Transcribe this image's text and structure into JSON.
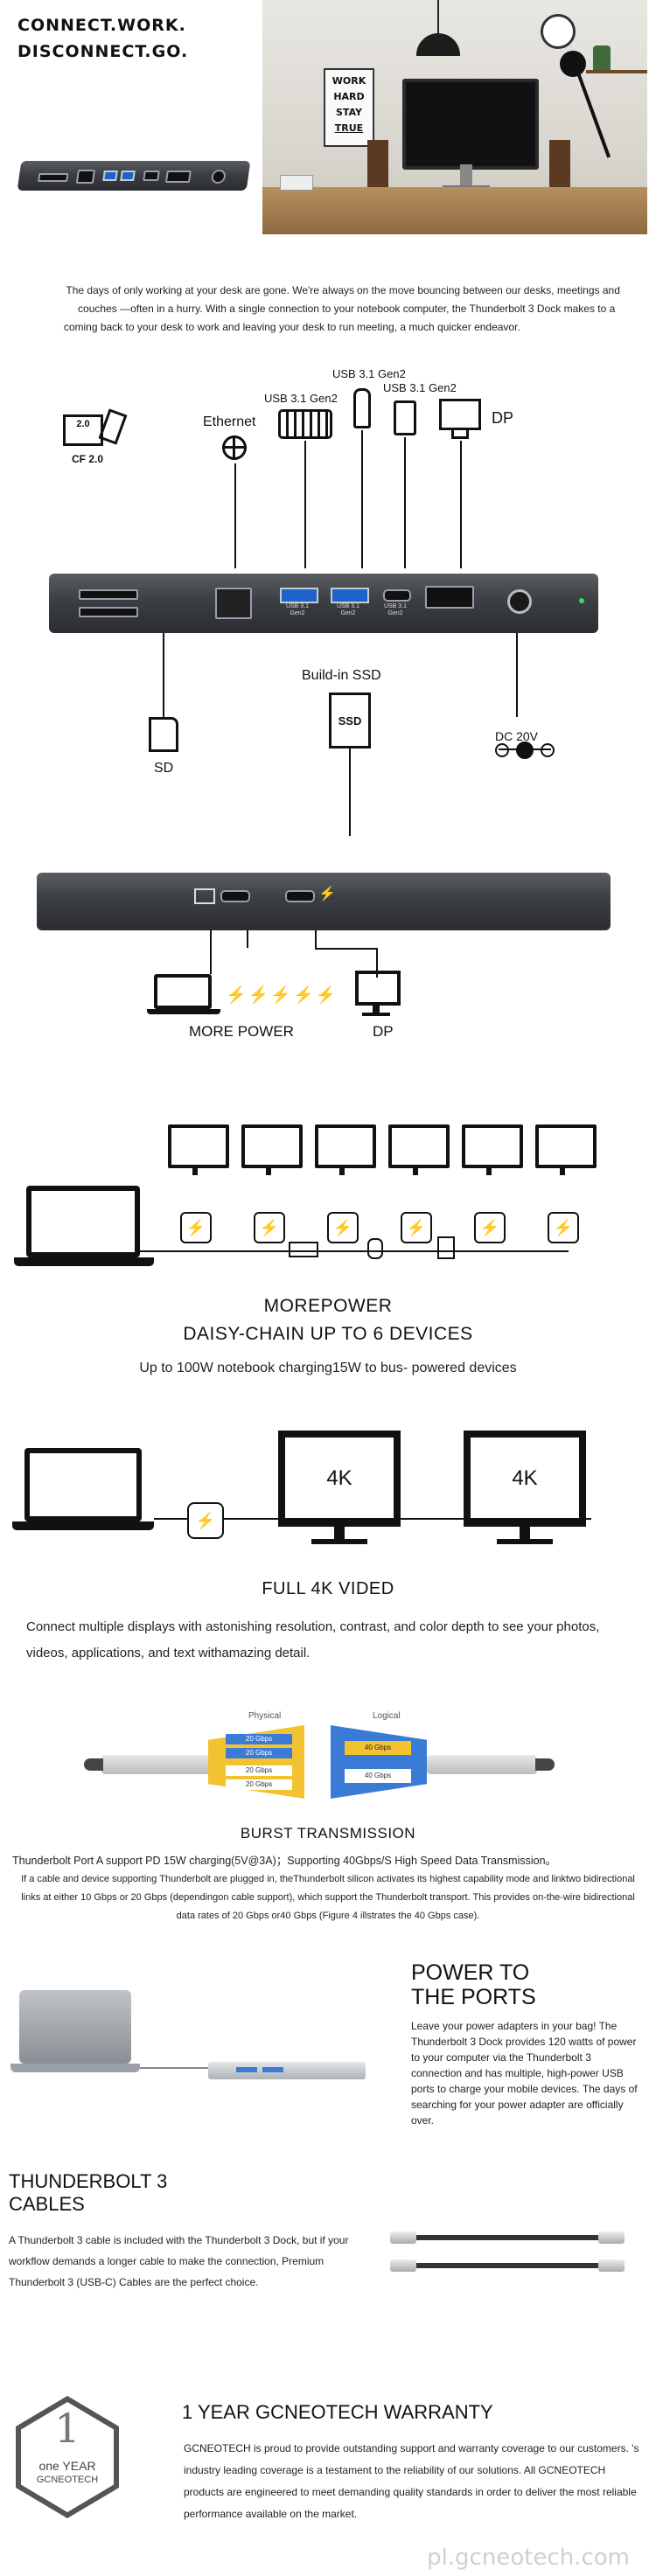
{
  "hero": {
    "title_line1": "CONNECT.WORK.",
    "title_line2": "DISCONNECT.GO.",
    "poster_lines": [
      "WORK",
      "HARD",
      "STAY",
      "TRUE"
    ],
    "intro_left": "The days of only working at your desk are gone. We're always couches —often in a hurry. With a single connection to your coming back to your desk to work and leaving your desk to run",
    "intro_right": "on the move bouncing between our desks, meetings and notebook computer, the Thunderbolt 3 Dock makes to a meeting, a much quicker endeavor."
  },
  "ports_top": {
    "cf": "CF 2.0",
    "cf_card": "2.0",
    "ethernet": "Ethernet",
    "usb_a": "USB 3.1 Gen2",
    "usb_c1": "USB 3.1 Gen2",
    "usb_c2": "USB 3.1 Gen2",
    "dp": "DP",
    "sd": "SD",
    "ssd_title": "Build-in SSD",
    "ssd_chip": "SSD",
    "dc": "DC 20V",
    "port_tiny": [
      "USB 3.1 Gen2",
      "USB 3.1 Gen2",
      "USB 3.1 Gen2"
    ]
  },
  "ports_back": {
    "more_power": "MORE POWER",
    "dp": "DP"
  },
  "daisy": {
    "title1": "MOREPOWER",
    "title2": "DAISY-CHAIN UP TO 6 DEVICES",
    "subtitle": "Up to 100W notebook charging15W to bus- powered devices"
  },
  "fourk": {
    "label_a": "4K",
    "label_b": "4K",
    "title": "FULL 4K VIDED",
    "body": "Connect multiple displays with astonishing resolution, contrast, and color depth to see your photos, videos, applications, and text withamazing detail."
  },
  "burst": {
    "physical": "Physical",
    "logical": "Logical",
    "lanes_left": [
      "20 Gbps",
      "20 Gbps",
      "20 Gbps",
      "20 Gbps"
    ],
    "lanes_right": [
      "40 Gbps",
      "40 Gbps"
    ],
    "title": "BURST TRANSMISSION",
    "line1": "Thunderbolt Port A support PD 15W charging(5V@3A)；Supporting 40Gbps/S High Speed Data Transmission。",
    "small": "If a cable and device supporting Thunderbolt are plugged in, theThunderbolt silicon activates its highest capability mode and linktwo bidirectional links at either 10 Gbps or 20 Gbps (dependingon cable support), which support the Thunderbolt transport. This provides on-the-wire bidirectional data rates of 20 Gbps or40 Gbps (Figure 4 illstrates the 40 Gbps case)."
  },
  "power": {
    "title": "POWER TO THE PORTS",
    "body": "Leave your power adapters in your bag! The  Thunderbolt 3 Dock provides 120 watts of power to your computer via the Thunderbolt 3 connection and has multiple, high-power USB ports to charge your mobile devices. The days of searching for your power adapter are officially over."
  },
  "cables": {
    "title": "THUNDERBOLT 3 CABLES",
    "body": "A Thunderbolt 3 cable is included with the Thunderbolt 3 Dock, but if your workflow demands a longer cable to make the connection,  Premium Thunderbolt 3 (USB-C) Cables are the perfect choice."
  },
  "warranty": {
    "badge_num": "1",
    "badge_line1": "one YEAR",
    "badge_line2": "GCNEOTECH",
    "title": "1 YEAR GCNEOTECH WARRANTY",
    "body": "GCNEOTECH is proud to provide outstanding support and warranty coverage to our customers. 's industry leading coverage is a testament to the reliability of our solutions. All GCNEOTECH products are engineered to meet demanding quality standards in order to deliver the most reliable performance available on the market.",
    "watermark": "pl.gcneotech.com"
  },
  "colors": {
    "usb_blue": "#1e63c9",
    "tb_yellow": "#f2c230",
    "tb_blue": "#3a7bd5",
    "dark": "#111111"
  }
}
